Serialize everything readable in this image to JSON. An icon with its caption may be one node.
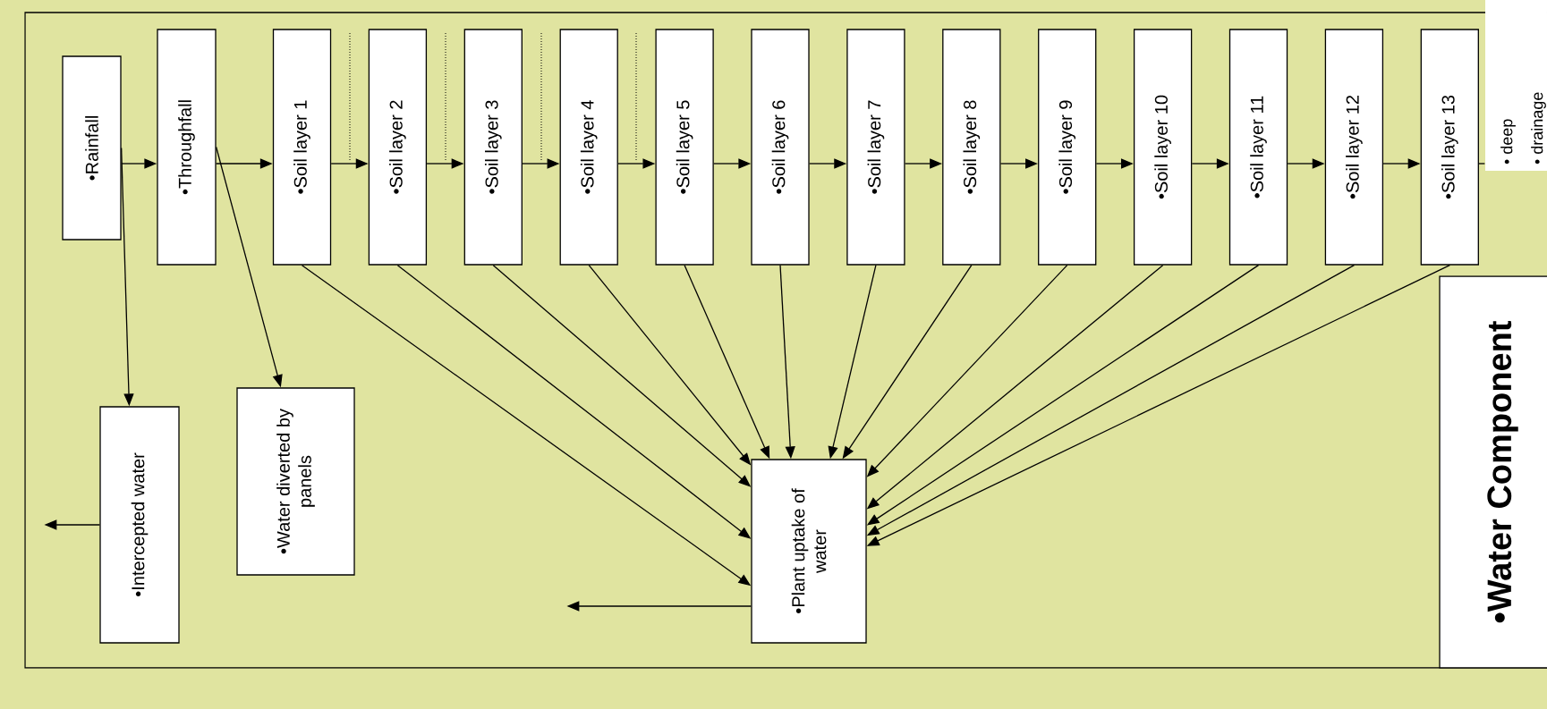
{
  "diagram": {
    "nodes": [
      {
        "text": [
          "•Rainfall"
        ]
      },
      {
        "text": [
          "•Throughfall"
        ]
      },
      {
        "text": [
          "•Soil layer 1"
        ]
      },
      {
        "text": [
          "•Soil layer 2"
        ]
      },
      {
        "text": [
          "•Soil layer 3"
        ]
      },
      {
        "text": [
          "•Soil layer 4"
        ]
      },
      {
        "text": [
          "•Soil layer 5"
        ]
      },
      {
        "text": [
          "•Soil layer 6"
        ]
      },
      {
        "text": [
          "•Soil layer 7"
        ]
      },
      {
        "text": [
          "•Soil layer 8"
        ]
      },
      {
        "text": [
          "•Soil layer 9"
        ]
      },
      {
        "text": [
          "•Soil layer 10"
        ]
      },
      {
        "text": [
          "•Soil layer 11"
        ]
      },
      {
        "text": [
          "•Soil layer 12"
        ]
      },
      {
        "text": [
          "•Soil layer 13"
        ]
      },
      {
        "text": [
          "• deep",
          "• drainage"
        ]
      },
      {
        "text": [
          "•Intercepted water"
        ]
      },
      {
        "text": [
          "•Water diverted by panels"
        ]
      },
      {
        "text": [
          "•Plant uptake of water"
        ]
      },
      {
        "text": [
          "•Water Component"
        ]
      }
    ],
    "edges": [
      {
        "from": 0,
        "to": 1,
        "arrow": "to"
      },
      {
        "from": 1,
        "to": 2,
        "arrow": "to"
      },
      {
        "from": 2,
        "to": 3,
        "arrow": "to"
      },
      {
        "from": 3,
        "to": 4,
        "arrow": "to"
      },
      {
        "from": 4,
        "to": 5,
        "arrow": "to"
      },
      {
        "from": 5,
        "to": 6,
        "arrow": "to"
      },
      {
        "from": 6,
        "to": 7,
        "arrow": "to"
      },
      {
        "from": 7,
        "to": 8,
        "arrow": "to"
      },
      {
        "from": 8,
        "to": 9,
        "arrow": "to"
      },
      {
        "from": 9,
        "to": 10,
        "arrow": "to"
      },
      {
        "from": 10,
        "to": 11,
        "arrow": "to"
      },
      {
        "from": 11,
        "to": 12,
        "arrow": "to"
      },
      {
        "from": 12,
        "to": 13,
        "arrow": "to"
      },
      {
        "from": 13,
        "to": 14,
        "arrow": "to"
      },
      {
        "from": 14,
        "to": 15,
        "arrow": "none"
      },
      {
        "from": 0,
        "to": 16,
        "arrow": "to"
      },
      {
        "from": 1,
        "to": 17,
        "arrow": "to"
      },
      {
        "from": 16,
        "to": null,
        "arrow": "to"
      },
      {
        "from": 2,
        "to": 18,
        "arrow": "to"
      },
      {
        "from": 3,
        "to": 18,
        "arrow": "to"
      },
      {
        "from": 4,
        "to": 18,
        "arrow": "to"
      },
      {
        "from": 5,
        "to": 18,
        "arrow": "to"
      },
      {
        "from": 6,
        "to": 18,
        "arrow": "to"
      },
      {
        "from": 7,
        "to": 18,
        "arrow": "to"
      },
      {
        "from": 8,
        "to": 18,
        "arrow": "to"
      },
      {
        "from": 9,
        "to": 18,
        "arrow": "to"
      },
      {
        "from": 10,
        "to": 18,
        "arrow": "to"
      },
      {
        "from": 11,
        "to": 18,
        "arrow": "to"
      },
      {
        "from": 12,
        "to": 18,
        "arrow": "to"
      },
      {
        "from": 13,
        "to": 18,
        "arrow": "to"
      },
      {
        "from": 14,
        "to": 18,
        "arrow": "to"
      },
      {
        "from": 18,
        "to": null,
        "arrow": "to"
      }
    ]
  }
}
